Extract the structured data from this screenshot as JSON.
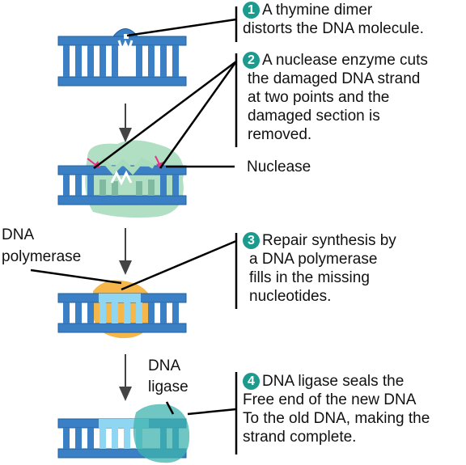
{
  "steps": [
    {
      "number": "1",
      "lines": [
        "A thymine dimer",
        "distorts the DNA molecule."
      ]
    },
    {
      "number": "2",
      "lines": [
        "A nuclease enzyme cuts",
        "the damaged DNA strand",
        "at two points and the",
        "damaged section is",
        "removed."
      ]
    },
    {
      "number": "3",
      "lines": [
        "Repair synthesis by",
        "a DNA polymerase",
        "fills in the missing",
        "nucleotides."
      ]
    },
    {
      "number": "4",
      "lines": [
        "DNA ligase seals the",
        "Free end of the new DNA",
        "To the old DNA, making the",
        "strand complete."
      ]
    }
  ],
  "labels": {
    "nuclease": "Nuclease",
    "polymerase": [
      "DNA",
      "polymerase"
    ],
    "ligase": [
      "DNA",
      "ligase"
    ]
  },
  "colors": {
    "dna_blue": "#3b7fc4",
    "backbone_dark": "#1f5f9e",
    "nuclease_green": "#a8dcbc",
    "polymerase_orange": "#f6b74a",
    "ligase_teal": "#3fb3ad",
    "new_dna_lightblue": "#8fd6f2",
    "number_badge": "#1d9a8e",
    "cut_arrow_pink": "#e8328a"
  }
}
